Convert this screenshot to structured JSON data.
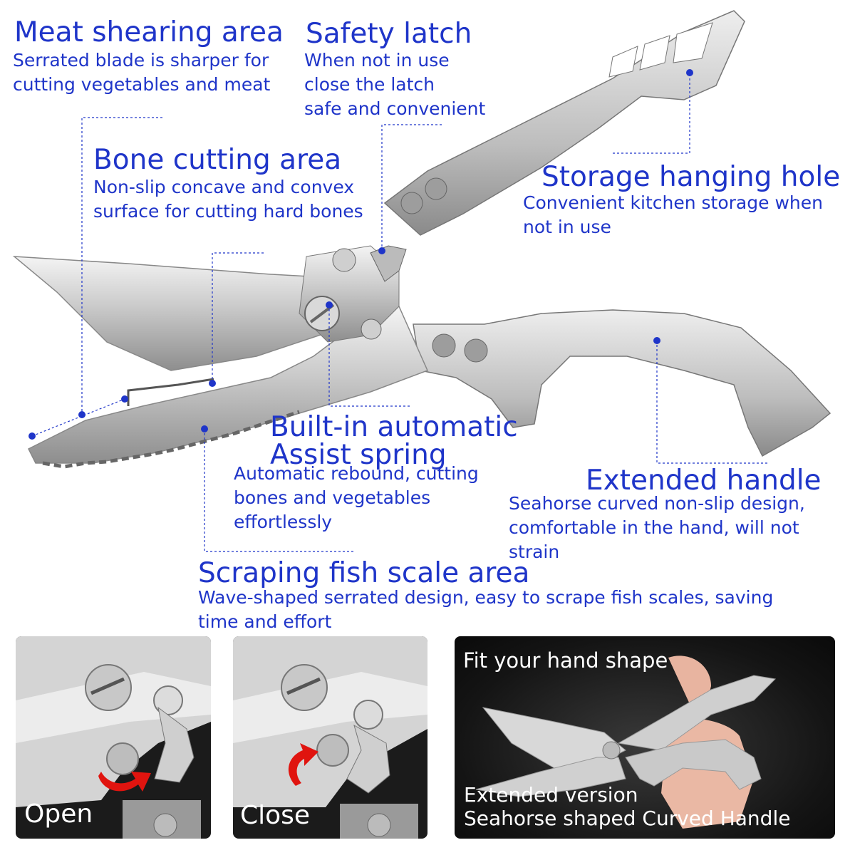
{
  "labels": {
    "meat": {
      "title": "Meat shearing area",
      "lines": [
        "Serrated blade is sharper for",
        "cutting vegetables and meat"
      ]
    },
    "latch": {
      "title": "Safety latch",
      "lines": [
        "When not in use",
        "close the latch",
        "safe and convenient"
      ]
    },
    "bone": {
      "title": "Bone cutting area",
      "lines": [
        "Non-slip concave and convex",
        "surface for cutting hard bones"
      ]
    },
    "storage": {
      "title": "Storage hanging hole",
      "lines": [
        "Convenient kitchen storage when",
        "not in use"
      ]
    },
    "spring": {
      "title_lines": [
        "Built-in automatic",
        "Assist spring"
      ],
      "lines": [
        "Automatic rebound, cutting",
        "bones and vegetables",
        "effortlessly"
      ]
    },
    "handle": {
      "title": "Extended handle",
      "lines": [
        "Seahorse curved non-slip design,",
        "comfortable in the hand, will not",
        "strain"
      ]
    },
    "scale": {
      "title": "Scraping fish scale area",
      "lines": [
        "Wave-shaped serrated design, easy to scrape fish scales, saving",
        "time and effort"
      ]
    }
  },
  "panels": {
    "open_label": "Open",
    "close_label": "Close",
    "fit_label": "Fit your hand shape",
    "caption_lines": [
      "Extended version",
      "Seahorse shaped Curved Handle"
    ]
  },
  "colors": {
    "label_blue": "#1f35c9",
    "arrow_red": "#e0140f",
    "panel_dark": "#111111"
  }
}
